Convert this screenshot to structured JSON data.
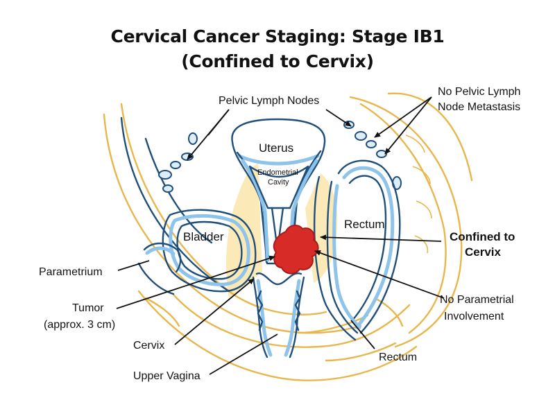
{
  "title": {
    "line1": "Cervical Cancer Staging: Stage IB1",
    "line2": "(Confined to Cervix)"
  },
  "labels": {
    "pelvic_lymph_nodes": "Pelvic Lymph Nodes",
    "no_metastasis_line1": "No Pelvic Lymph",
    "no_metastasis_line2": "Node Metastasis",
    "uterus": "Uterus",
    "endometrial_line1": "Endometrial",
    "endometrial_line2": "Cavity",
    "bladder": "Bladder",
    "rectum_inner": "Rectum",
    "confined_line1": "Confined to",
    "confined_line2": "Cervix",
    "parametrium": "Parametrium",
    "tumor_line1": "Tumor",
    "tumor_line2": "(approx. 3 cm)",
    "cervix": "Cervix",
    "no_parametrial_line1": "No Parametrial",
    "no_parametrial_line2": "Involvement",
    "rectum_outer": "Rectum",
    "upper_vagina": "Upper Vagina"
  },
  "colors": {
    "outline": "#1e4e79",
    "lumen": "#8ec3ea",
    "tissue": "#e8b64a",
    "tissue_fill": "#fbeab8",
    "tumor": "#d62b27",
    "tumor_edge": "#a71c19"
  }
}
